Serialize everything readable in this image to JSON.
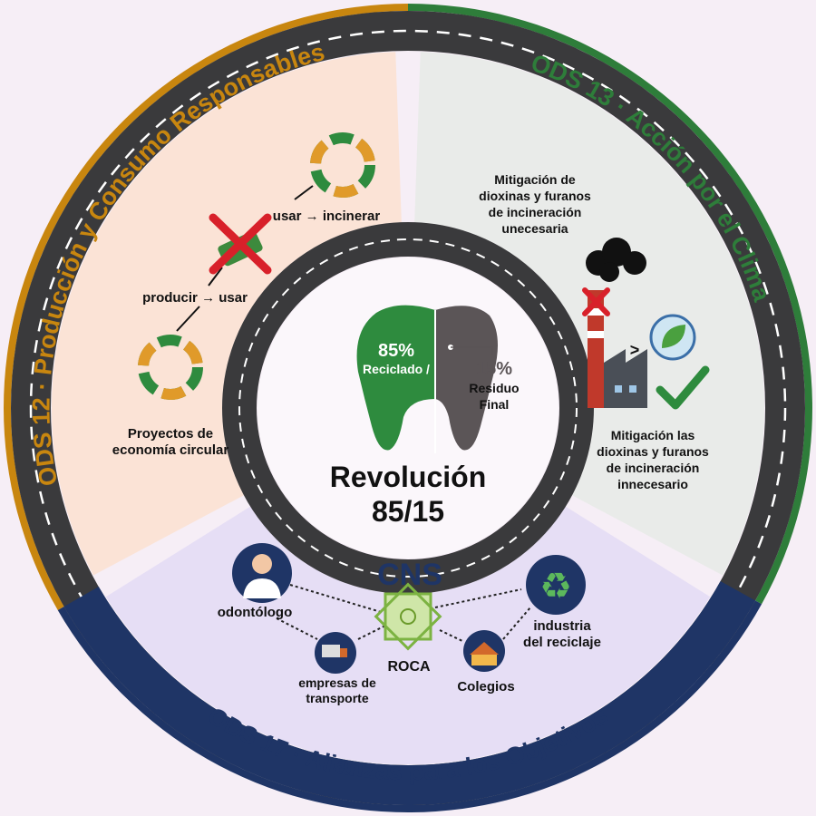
{
  "ods": {
    "ods12": "ODS 12 · Producción y Consumo Responsables",
    "ods13": "ODS 13 · Acción por el Clima",
    "ods17": "ODS 17 · Alianzas para los Objetivos"
  },
  "colors": {
    "ods12": "#c8860f",
    "ods13": "#2e7d3a",
    "ods17": "#1f3566",
    "road": "#3a3a3c",
    "peach": "#fbe3d6",
    "grey": "#e9ebe9",
    "lavender": "#e6def5",
    "tooth_green": "#2e8b3e",
    "tooth_grey": "#5b5557"
  },
  "sector12": {
    "step1": "producir → usar",
    "step2": "usar → incinerar",
    "caption_line1": "Proyectos de",
    "caption_line2": "economía circular"
  },
  "sector13": {
    "top": [
      "Mitigación de",
      "dioxinas y furanos",
      "de incineración",
      "unecesaria"
    ],
    "bottom": [
      "Mitigación las",
      "dioxinas y furanos",
      "de incineración",
      "innecesario"
    ],
    "compare": ">"
  },
  "center": {
    "recycled_pct": "85%",
    "recycled_label": "Reciclado /",
    "residue_pct": "15%",
    "residue_line1": "Residuo",
    "residue_line2": "Final",
    "title_line1": "Revolución",
    "title_line2": "85/15"
  },
  "sector17": {
    "hub": "CNS",
    "center_node": "ROCA",
    "nodes": {
      "dentist": "odontólogo",
      "transport_1": "empresas de",
      "transport_2": "transporte",
      "schools": "Colegios",
      "recycling_1": "industria",
      "recycling_2": "del reciclaje"
    }
  }
}
